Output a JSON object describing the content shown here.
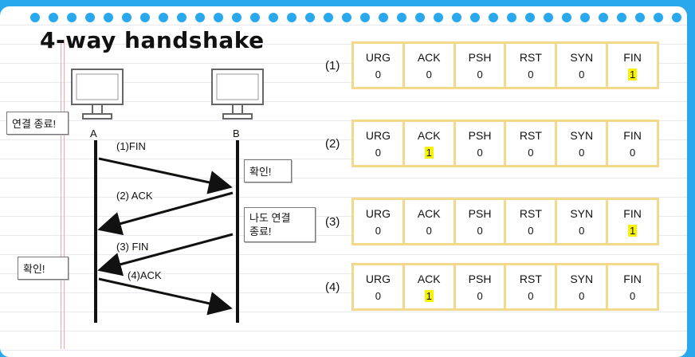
{
  "title": "4-way handshake",
  "hosts": {
    "a_label": "A",
    "b_label": "B"
  },
  "messages": [
    {
      "label": "(1)FIN"
    },
    {
      "label": "(2) ACK"
    },
    {
      "label": "(3) FIN"
    },
    {
      "label": "(4)ACK"
    }
  ],
  "bubbles": {
    "a_close": "연결 종료!",
    "b_confirm": "확인!",
    "b_close_line1": "나도 연결",
    "b_close_line2": "종료!",
    "a_confirm": "확인!"
  },
  "flag_headers": [
    "URG",
    "ACK",
    "PSH",
    "RST",
    "SYN",
    "FIN"
  ],
  "steps": [
    {
      "label": "(1)",
      "values": [
        "0",
        "0",
        "0",
        "0",
        "0",
        "1"
      ],
      "highlight": 5
    },
    {
      "label": "(2)",
      "values": [
        "0",
        "1",
        "0",
        "0",
        "0",
        "0"
      ],
      "highlight": 1
    },
    {
      "label": "(3)",
      "values": [
        "0",
        "0",
        "0",
        "0",
        "0",
        "1"
      ],
      "highlight": 5
    },
    {
      "label": "(4)",
      "values": [
        "0",
        "1",
        "0",
        "0",
        "0",
        "0"
      ],
      "highlight": 1
    }
  ],
  "colors": {
    "background": "#2aa8ee",
    "box_border": "#f4d98a",
    "highlight": "#f6f200"
  }
}
